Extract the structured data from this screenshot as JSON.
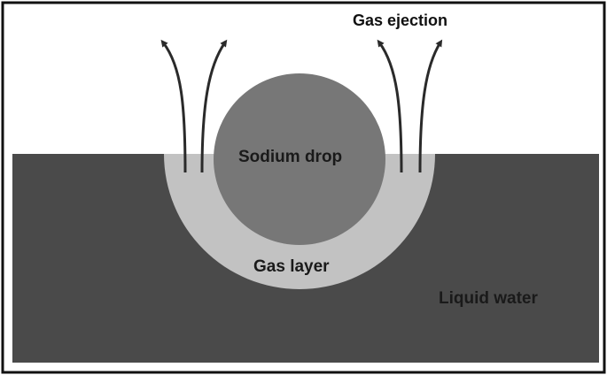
{
  "labels": {
    "gas_ejection": "Gas ejection",
    "sodium_drop": "Sodium drop",
    "gas_layer": "Gas layer",
    "liquid_water": "Liquid water"
  },
  "colors": {
    "frame": "#111111",
    "liquid_water": "#4a4a4a",
    "gas_layer": "#c2c2c2",
    "sodium_drop": "#777777",
    "arrows": "#2a2a2a",
    "background": "#ffffff"
  }
}
